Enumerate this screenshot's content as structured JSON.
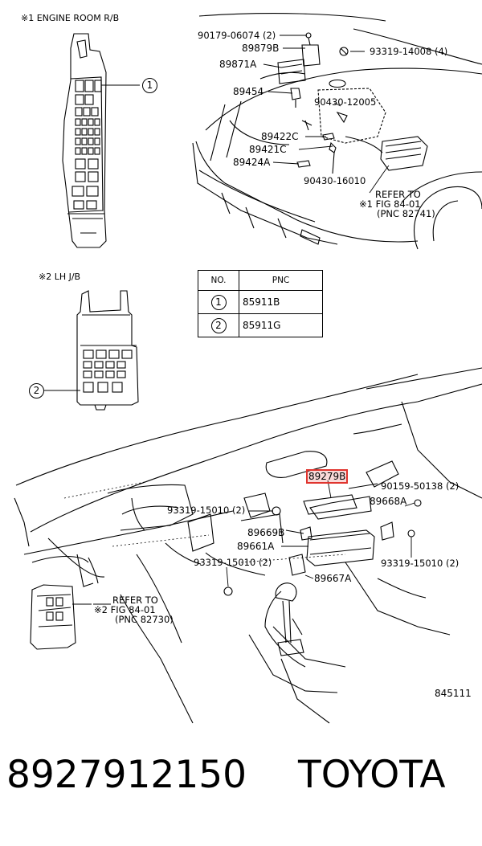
{
  "header_er": "※1 ENGINE ROOM R/B",
  "header_lh": "※2 LH J/B",
  "table": {
    "col_no": "NO.",
    "col_pnc": "PNC",
    "rows": [
      {
        "no": "1",
        "pnc": "85911B"
      },
      {
        "no": "2",
        "pnc": "85911G"
      }
    ]
  },
  "callouts": {
    "c1": "1",
    "c2": "2"
  },
  "labels": {
    "p90179": "90179-06074 (2)",
    "p89879B": "89879B",
    "p93319_14008": "93319-14008 (4)",
    "p89871A": "89871A",
    "p89454": "89454",
    "p90430_12005": "90430-12005",
    "p89422C": "89422C",
    "p89421C": "89421C",
    "p89424A": "89424A",
    "p90430_16010": "90430-16010",
    "refer1_a": "REFER TO",
    "refer1_b": "※1 FIG 84-01",
    "refer1_c": "(PNC 82741)",
    "p89279B": "89279B",
    "p90159": "90159-50138 (2)",
    "p89668A": "89668A",
    "p93319_15010_a": "93319-15010 (2)",
    "p89669B": "89669B",
    "p89661A": "89661A",
    "p93319_15010_b": "93319-15010 (2)",
    "p93319_15010_c": "93319-15010 (2)",
    "p89667A": "89667A",
    "refer2_a": "REFER TO",
    "refer2_b": "※2 FIG 84-01",
    "refer2_c": "(PNC 82730)",
    "diagram_number": "845111"
  },
  "footer": {
    "part_number": "8927912150",
    "brand": "TOYOTA"
  },
  "colors": {
    "highlight": "#e0342e",
    "ink": "#000000"
  }
}
